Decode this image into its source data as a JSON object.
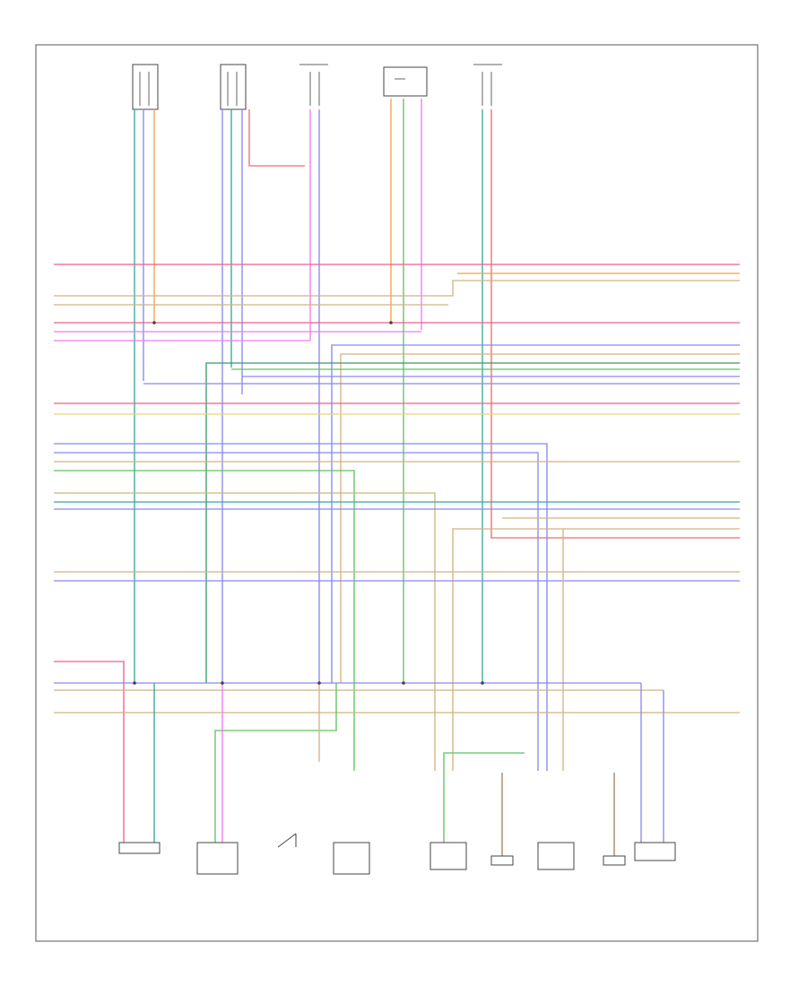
{
  "figure_id": "",
  "colors": {
    "pink": "#f06292",
    "orange": "#f5a24a",
    "tan": "#d4b483",
    "violet": "#ef7cf0",
    "blue": "#8a8cf0",
    "green": "#62c462",
    "dkgreen": "#3c9c6c",
    "teal": "#39a8a0",
    "gray": "#a0a0a0",
    "red": "#ee6e6e",
    "brown": "#a88460",
    "yellow": "#e6d67a"
  },
  "components": {
    "top": [
      {
        "id": "sensor-1",
        "caption": []
      },
      {
        "id": "sensor-2",
        "caption": []
      },
      {
        "id": "sensor-3",
        "caption": []
      },
      {
        "id": "sensor-4",
        "caption": []
      },
      {
        "id": "sensor-5",
        "caption": []
      }
    ],
    "bottom": [
      {
        "id": "sensor-b1",
        "caption": []
      },
      {
        "id": "coil-1",
        "caption": []
      },
      {
        "id": "switch-1",
        "caption": []
      },
      {
        "id": "coil-2",
        "caption": []
      },
      {
        "id": "sensor-b2",
        "caption": []
      },
      {
        "id": "module-1",
        "caption": []
      },
      {
        "id": "sensor-b3",
        "caption": []
      },
      {
        "id": "module-2",
        "caption": []
      },
      {
        "id": "sensor-b4",
        "caption": []
      }
    ]
  }
}
